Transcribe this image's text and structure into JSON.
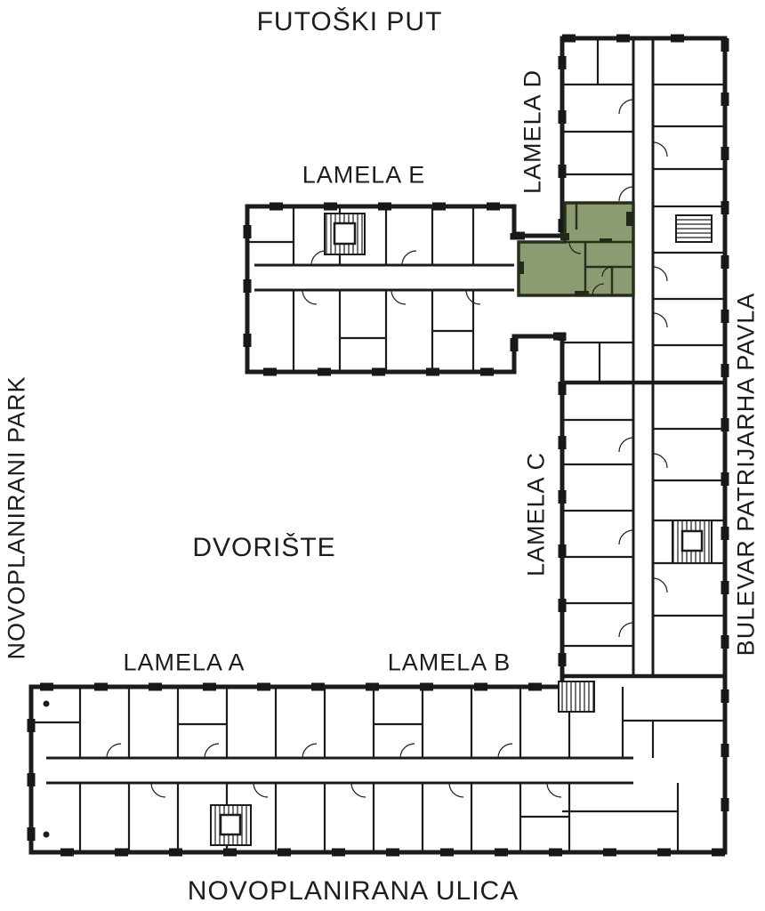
{
  "plan": {
    "colors": {
      "walls": "#1c1c1c",
      "background": "#ffffff",
      "highlight_unit": "#8c9b72",
      "highlight_unit_walls": "#272e1b"
    },
    "labels": {
      "futoski_put": "FUTOŠKI PUT",
      "novoplanirana_ulica": "NOVOPLANIRANA ULICA",
      "novoplanirani_park": "NOVOPLANIRANI PARK",
      "bulevar_patrijarha_pavla": "BULEVAR PATRIJARHA PAVLA",
      "dvoriste": "DVORIŠTE",
      "lamela_a": "LAMELA A",
      "lamela_b": "LAMELA B",
      "lamela_c": "LAMELA C",
      "lamela_d": "LAMELA D",
      "lamela_e": "LAMELA E"
    }
  }
}
